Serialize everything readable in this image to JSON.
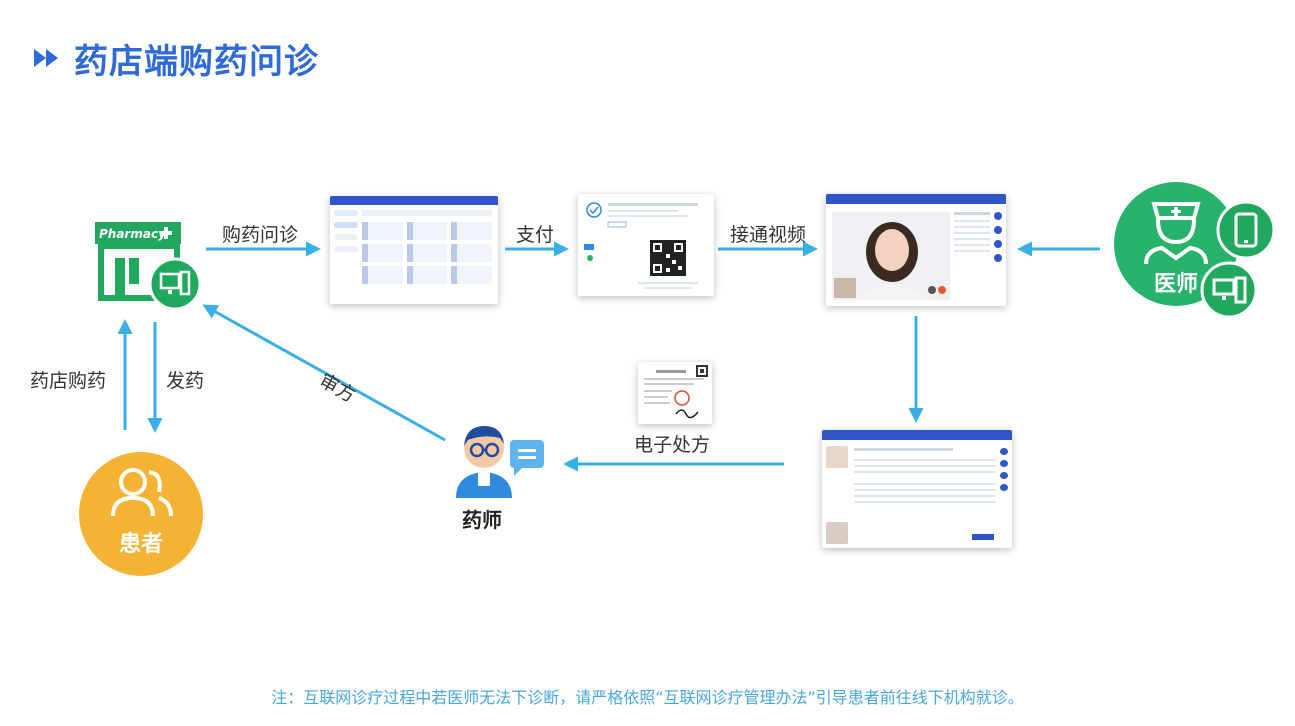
{
  "header": {
    "title": "药店端购药问诊"
  },
  "nodes": {
    "pharmacy_sign": "Pharmacy",
    "doctor": "医师",
    "patient": "患者",
    "pharmacist": "药师"
  },
  "arrows": {
    "consult": "购药问诊",
    "pay": "支付",
    "video": "接通视频",
    "review": "审方",
    "eprescription": "电子处方",
    "buy": "药店购药",
    "dispense": "发药"
  },
  "footer": {
    "note": "注：互联网诊疗过程中若医师无法下诊断，请严格依照“互联网诊疗管理办法”引导患者前往线下机构就诊。"
  },
  "colors": {
    "title_blue": "#2e6bd8",
    "arrow_blue": "#3aaee8",
    "doctor_green": "#27b36c",
    "pharmacy_green": "#22a85e",
    "patient_orange": "#f5b335",
    "pharmacist_blue": "#2f8ae0",
    "note_blue": "#4aa6dd"
  }
}
